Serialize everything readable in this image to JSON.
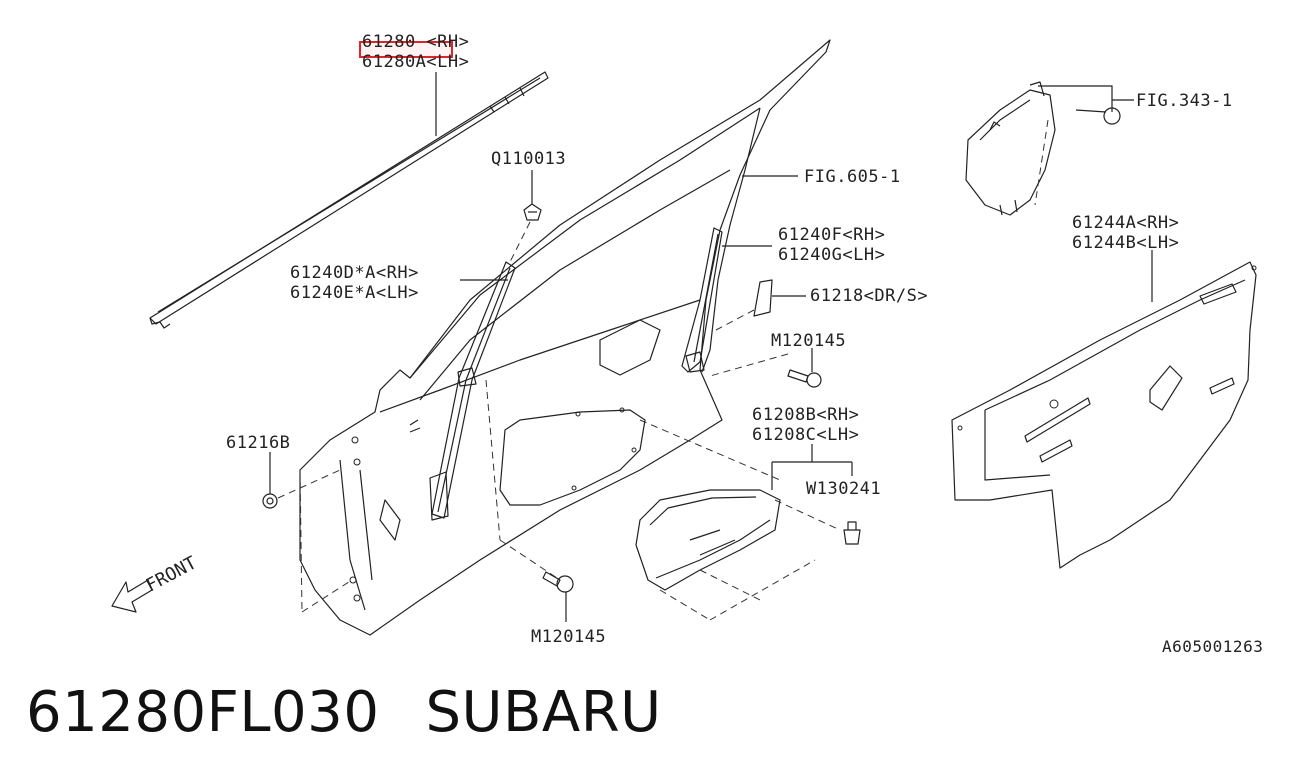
{
  "callouts": {
    "strip_rh": "61280 <RH>",
    "strip_lh": "61280A<LH>",
    "q110013": "Q110013",
    "fig_605": "FIG.605-1",
    "fig_343": "FIG.343-1",
    "sash_front_rh": "61240D*A<RH>",
    "sash_front_lh": "61240E*A<LH>",
    "sash_rear_rh": "61240F<RH>",
    "sash_rear_lh": "61240G<LH>",
    "pad_61218": "61218<DR/S>",
    "bolt_upper": "M120145",
    "cover_rh": "61208B<RH>",
    "cover_lh": "61208C<LH>",
    "clip_w130241": "W130241",
    "plug_61216b": "61216B",
    "bolt_lower": "M120145",
    "sheet_rh": "61244A<RH>",
    "sheet_lh": "61244B<LH>",
    "front_label": "FRONT",
    "drawing_code": "A605001263"
  },
  "footer": {
    "part_number": "61280FL030",
    "maker": "SUBARU"
  },
  "highlight": {
    "target": "61280",
    "color": "#e0242a"
  }
}
